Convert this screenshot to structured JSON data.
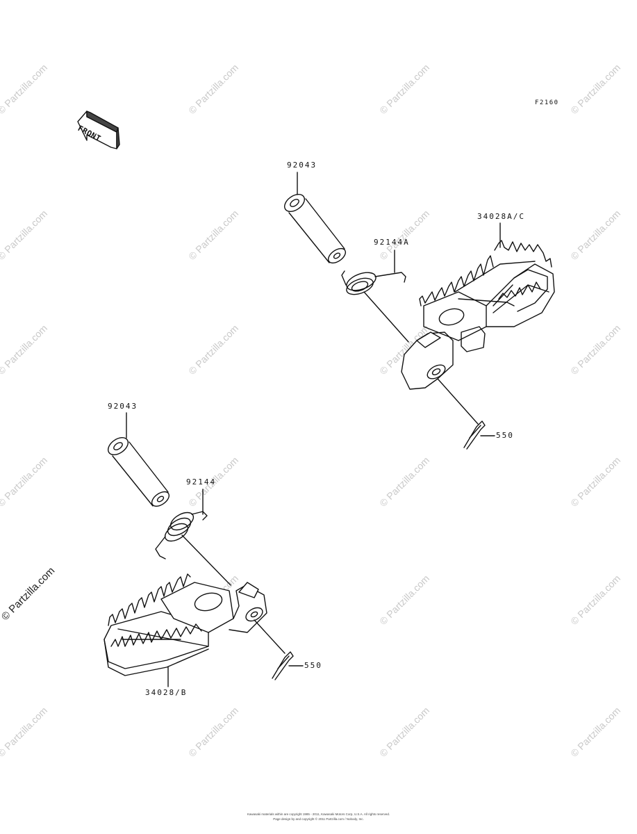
{
  "diagram": {
    "figure_code": "F2160",
    "front_label": "FRONT",
    "callouts": {
      "pin_upper": "92043",
      "spring_upper": "92144A",
      "footpeg_upper": "34028A/C",
      "cotter_upper": "550",
      "pin_lower": "92043",
      "spring_lower": "92144",
      "footpeg_lower": "34028/B",
      "cotter_lower": "550"
    }
  },
  "watermark": {
    "text": "© Partzilla.com"
  },
  "footer": {
    "line1": "Kawasaki materials within are copyright 1985 - 2011, Kawasaki Motors Corp, U.S.A. All rights reserved.",
    "line2": "Page design by and copyright © 2011 Partzilla.com / Nobody, Inc."
  },
  "colors": {
    "line": "#111111",
    "watermark": "#c9c9c9",
    "background": "#ffffff"
  }
}
